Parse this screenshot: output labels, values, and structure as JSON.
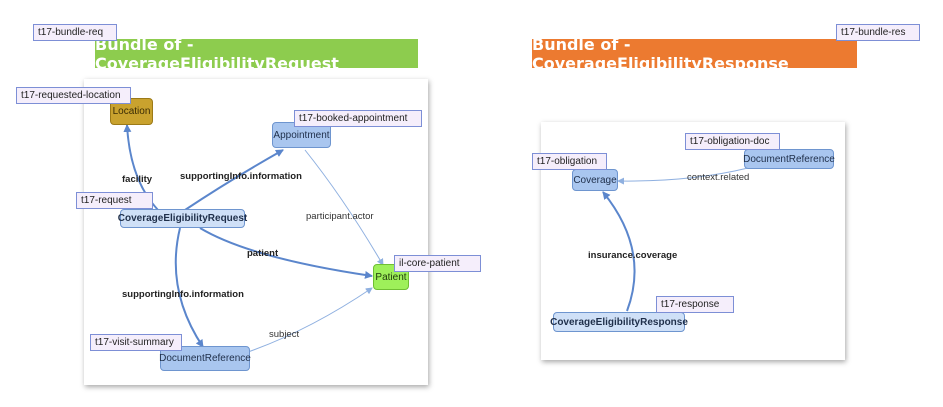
{
  "left": {
    "bundle_tag": "t17-bundle-req",
    "banner": "Bundle of - CoverageEligibilityRequest",
    "banner_color": "#8dcc4e",
    "nodes": {
      "location": "Location",
      "appointment": "Appointment",
      "request": "CoverageEligibilityRequest",
      "patient": "Patient",
      "document": "DocumentReference"
    },
    "tags": {
      "requested_location": "t17-requested-location",
      "booked_appointment": "t17-booked-appointment",
      "request": "t17-request",
      "patient": "il-core-patient",
      "visit_summary": "t17-visit-summary"
    },
    "edges": {
      "facility": "facility",
      "supporting_info_top": "supportingInfo.information",
      "participant_actor": "participant.actor",
      "patient": "patient",
      "supporting_info_bottom": "supportingInfo.information",
      "subject": "subject"
    }
  },
  "right": {
    "bundle_tag": "t17-bundle-res",
    "banner": "Bundle of - CoverageEligibilityResponse",
    "banner_color": "#ec7a30",
    "nodes": {
      "coverage": "Coverage",
      "document": "DocumentReference",
      "response": "CoverageEligibilityResponse"
    },
    "tags": {
      "obligation": "t17-obligation",
      "obligation_doc": "t17-obligation-doc",
      "response": "t17-response"
    },
    "edges": {
      "context_related": "context.related",
      "insurance_coverage": "insurance.coverage"
    }
  }
}
